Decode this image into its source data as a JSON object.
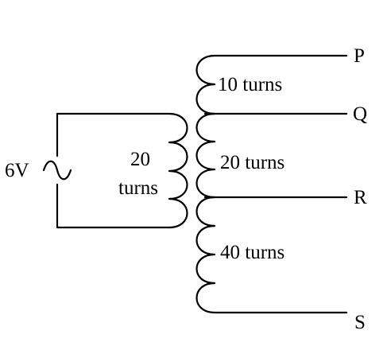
{
  "source": {
    "voltage": "6V"
  },
  "primary": {
    "turns_line1": "20",
    "turns_line2": "turns",
    "turn_count": 20
  },
  "secondary": {
    "sections": [
      {
        "label": "10 turns",
        "turns": 10
      },
      {
        "label": "20 turns",
        "turns": 20
      },
      {
        "label": "40 turns",
        "turns": 40
      }
    ]
  },
  "terminals": {
    "p": "P",
    "q": "Q",
    "r": "R",
    "s": "S"
  },
  "colors": {
    "stroke": "#000000",
    "background": "#ffffff"
  }
}
